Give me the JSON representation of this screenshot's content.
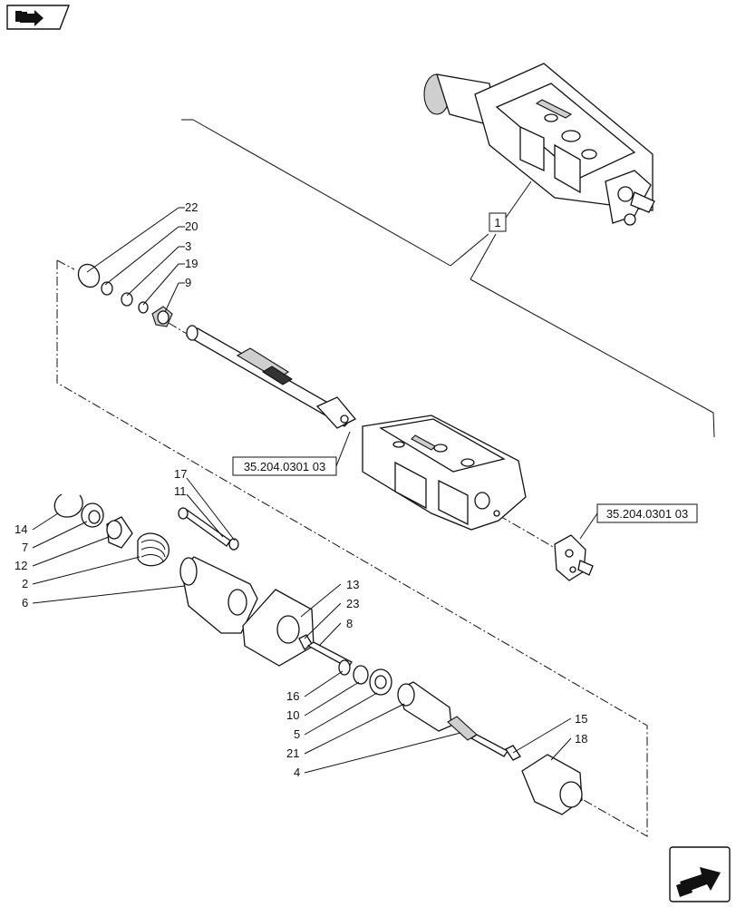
{
  "callouts": [
    "22",
    "20",
    "3",
    "19",
    "9",
    "17",
    "11",
    "14",
    "7",
    "12",
    "2",
    "6",
    "13",
    "23",
    "8",
    "16",
    "10",
    "5",
    "21",
    "4",
    "15",
    "18"
  ],
  "item_box": "1",
  "ref_top": "35.204.0301 03",
  "ref_right": "35.204.0301 03",
  "icons": {
    "top_left": "previous-page-arrow-icon",
    "bottom_right": "next-page-arrow-icon"
  }
}
